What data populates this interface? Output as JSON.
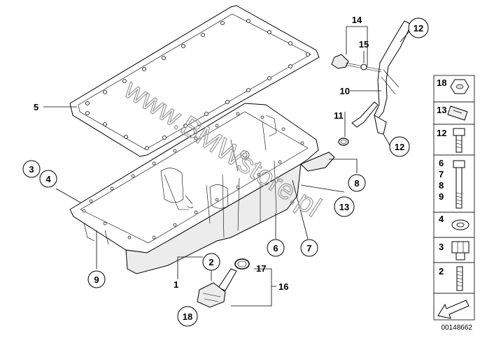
{
  "callouts": {
    "c1": "1",
    "c2": "2",
    "c3": "3",
    "c4": "4",
    "c5": "5",
    "c6": "6",
    "c7": "7",
    "c8": "8",
    "c9": "9",
    "c10": "10",
    "c11": "11",
    "c12a": "12",
    "c12b": "12",
    "c13": "13",
    "c14": "14",
    "c15": "15",
    "c16": "16",
    "c17": "17",
    "c18": "18"
  },
  "legend": {
    "r18": "18",
    "r13": "13",
    "r12": "12",
    "r6": "6",
    "r7": "7",
    "r8": "8",
    "r9": "9",
    "r4": "4",
    "r3": "3",
    "r2": "2"
  },
  "watermark": "www.BMWstore.pl",
  "doc_id": "00148662",
  "colors": {
    "line": "#000000",
    "watermark": "#9a9a9a",
    "background": "#ffffff"
  }
}
